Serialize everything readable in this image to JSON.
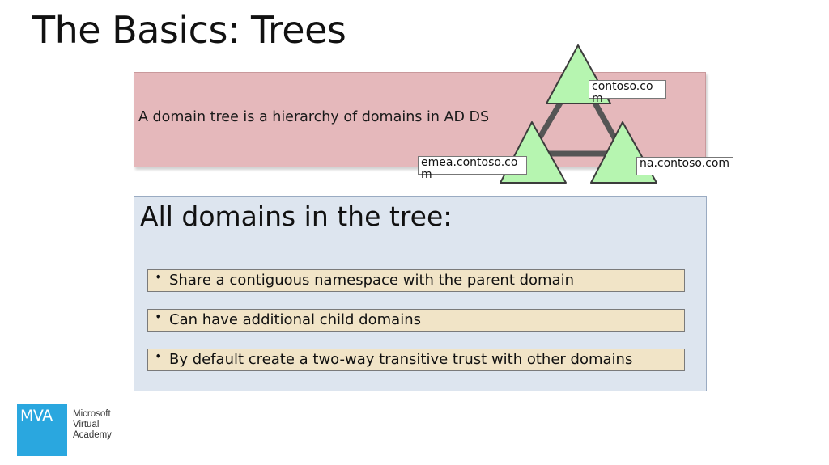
{
  "slide": {
    "title": "The Basics: Trees",
    "definition": "A domain tree is a hierarchy of domains in AD DS"
  },
  "tree": {
    "root_label": "contoso.com",
    "left_label": "emea.contoso.com",
    "right_label": "na.contoso.com",
    "node_color": "#b6f5b0",
    "link_color": "#5a5a5a"
  },
  "domains_box": {
    "heading": "All domains in the tree:",
    "points": [
      "Share a contiguous namespace with the parent domain",
      "Can have additional child domains",
      "By default create a two-way transitive trust with other domains"
    ]
  },
  "branding": {
    "logo_text": "MVA",
    "name_line1": "Microsoft",
    "name_line2": "Virtual",
    "name_line3": "Academy",
    "logo_color": "#2aa7df"
  }
}
